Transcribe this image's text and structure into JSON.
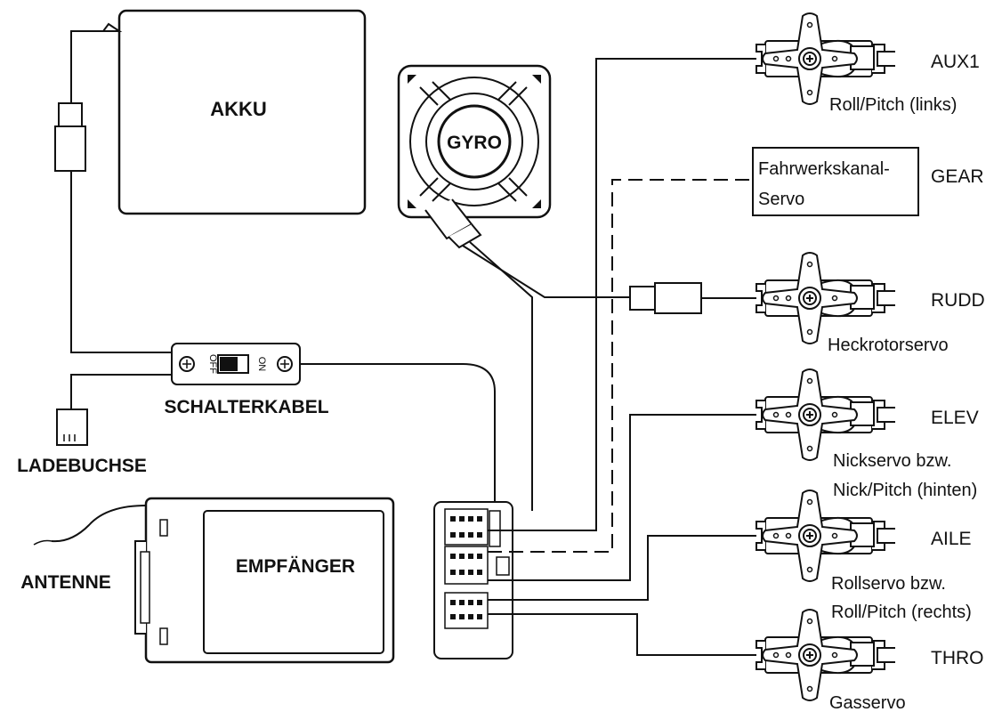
{
  "labels": {
    "akku": "AKKU",
    "gyro": "GYRO",
    "schalterkabel": "SCHALTERKABEL",
    "ladebuchse": "LADEBUCHSE",
    "antenne": "ANTENNE",
    "empfaenger": "EMPFÄNGER",
    "switch_off": "OFF",
    "switch_on": "ON"
  },
  "channels": [
    {
      "id": "aux1",
      "channel": "AUX1",
      "captions": [
        "Roll/Pitch (links)"
      ]
    },
    {
      "id": "gear",
      "channel": "GEAR",
      "captions": [
        "Fahrwerkskanal-",
        "Servo"
      ]
    },
    {
      "id": "rudd",
      "channel": "RUDD",
      "captions": [
        "Heckrotorservo"
      ]
    },
    {
      "id": "elev",
      "channel": "ELEV",
      "captions": [
        "Nickservo bzw.",
        "Nick/Pitch (hinten)"
      ]
    },
    {
      "id": "aile",
      "channel": "AILE",
      "captions": [
        "Rollservo bzw.",
        "Roll/Pitch (rechts)"
      ]
    },
    {
      "id": "thro",
      "channel": "THRO",
      "captions": [
        "Gasservo"
      ]
    }
  ],
  "colors": {
    "line": "#111111",
    "background": "#ffffff"
  }
}
